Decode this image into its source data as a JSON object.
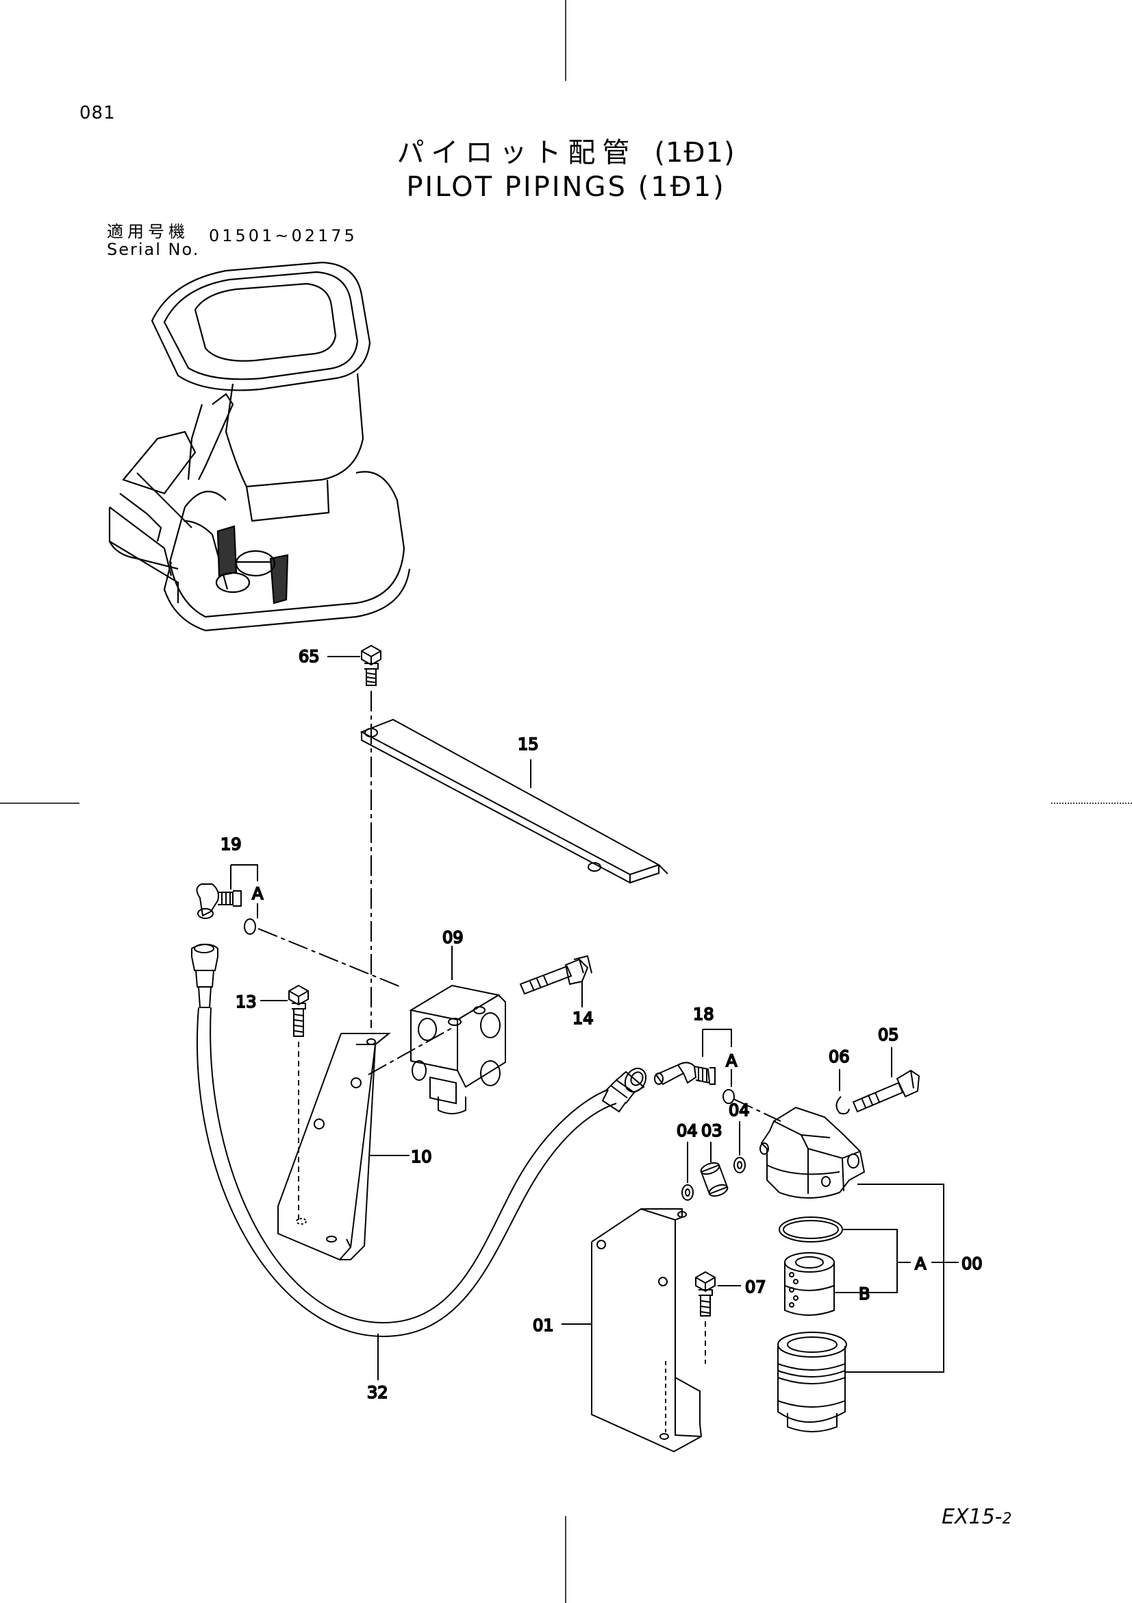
{
  "header": {
    "page_number": "081",
    "title_jp": "パイロット配管",
    "title_code": "(1Đ1)",
    "title_en": "PILOT PIPINGS (1Đ1)",
    "serial_label_jp": "適用号機",
    "serial_label_en": "Serial No.",
    "serial_range": "01501~02175"
  },
  "parts": {
    "p65": "65",
    "p15": "15",
    "p19": "19",
    "p09": "09",
    "p14": "14",
    "p13": "13",
    "p10": "10",
    "p18": "18",
    "p05": "05",
    "p06": "06",
    "p04a": "04",
    "p03": "03",
    "p04b": "04",
    "p07": "07",
    "p00": "00",
    "p01": "01",
    "p32": "32",
    "group_a1": "A",
    "group_a2": "A",
    "group_a3": "A",
    "group_b": "B"
  },
  "footer": {
    "model": "EX15-",
    "sheet": "2"
  }
}
